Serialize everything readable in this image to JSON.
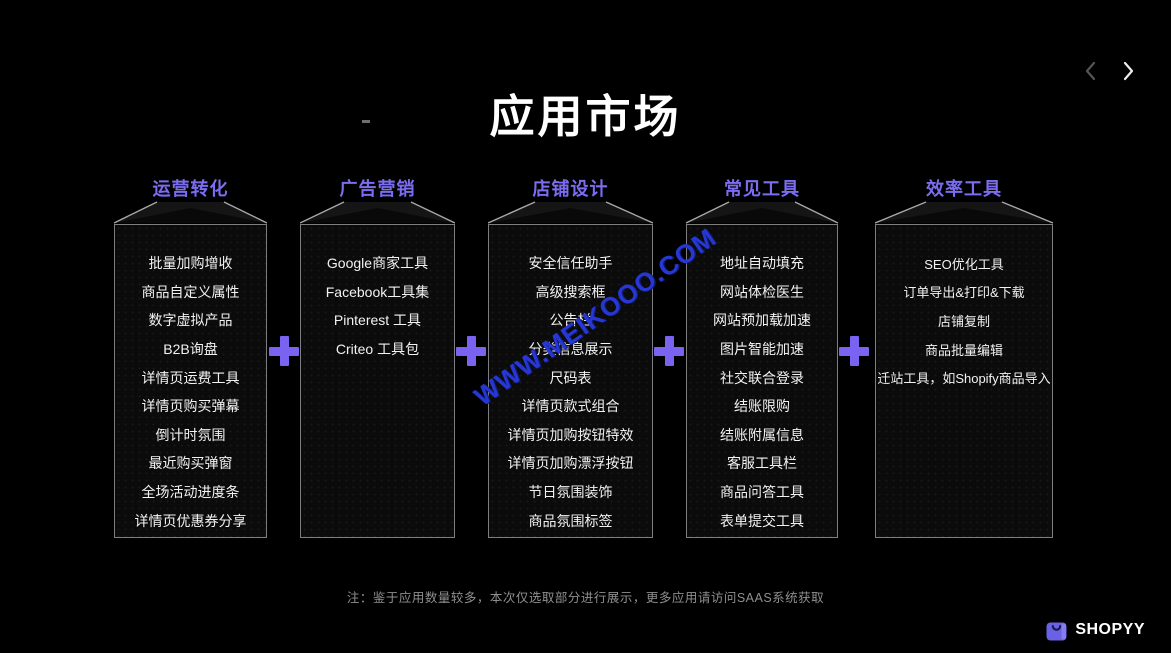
{
  "title": "应用市场",
  "nav": {
    "prev_label": "previous slide",
    "next_label": "next slide"
  },
  "columns": [
    {
      "header": "运营转化",
      "items": [
        "批量加购增收",
        "商品自定义属性",
        "数字虚拟产品",
        "B2B询盘",
        "详情页运费工具",
        "详情页购买弹幕",
        "倒计时氛围",
        "最近购买弹窗",
        "全场活动进度条",
        "详情页优惠券分享"
      ]
    },
    {
      "header": "广告营销",
      "items": [
        "Google商家工具",
        "Facebook工具集",
        "Pinterest 工具",
        "Criteo 工具包"
      ]
    },
    {
      "header": "店铺设计",
      "items": [
        "安全信任助手",
        "高级搜索框",
        "公告栏",
        "分类信息展示",
        "尺码表",
        "详情页款式组合",
        "详情页加购按钮特效",
        "详情页加购漂浮按钮",
        "节日氛围装饰",
        "商品氛围标签"
      ]
    },
    {
      "header": "常见工具",
      "items": [
        "地址自动填充",
        "网站体检医生",
        "网站预加载加速",
        "图片智能加速",
        "社交联合登录",
        "结账限购",
        "结账附属信息",
        "客服工具栏",
        "商品问答工具",
        "表单提交工具"
      ]
    },
    {
      "header": "效率工具",
      "items": [
        "SEO优化工具",
        "订单导出&打印&下载",
        "店铺复制",
        "商品批量编辑",
        "迁站工具，如Shopify商品导入"
      ]
    }
  ],
  "plus_icon": "+",
  "watermark": "WWW.MEIKOOO.COM",
  "footnote": "注：鉴于应用数量较多，本次仅选取部分进行展示，更多应用请访问SAAS系统获取",
  "logo": {
    "text": "SHOPYY"
  },
  "colors": {
    "background": "#000000",
    "header_purple": "#7b6cf0",
    "plus_purple": "#7a63f1",
    "watermark_blue": "#2737d3",
    "logo_purple": "#6a62e6",
    "box_border_gray": "#7e7e7e",
    "footnote_gray": "#8f8f8f"
  }
}
